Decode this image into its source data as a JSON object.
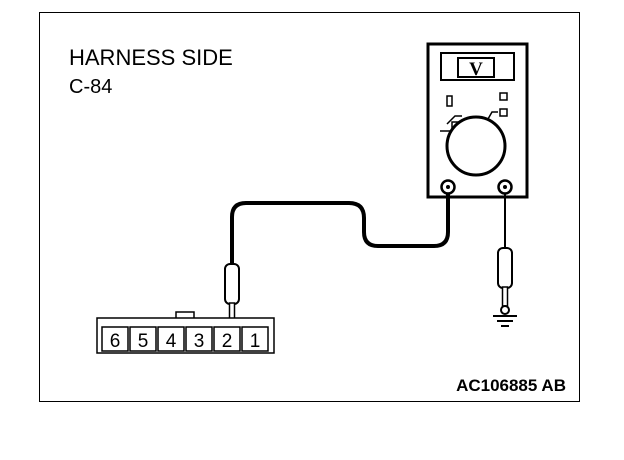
{
  "diagram": {
    "title_line1": "HARNESS SIDE",
    "title_line2": "C-84",
    "meter_symbol": "V",
    "pin_labels": [
      "6",
      "5",
      "4",
      "3",
      "2",
      "1"
    ],
    "figure_code": "AC106885 AB",
    "icons": {
      "meter": "voltmeter-icon",
      "ground": "ground-symbol-icon",
      "connector": "connector-icon"
    }
  }
}
